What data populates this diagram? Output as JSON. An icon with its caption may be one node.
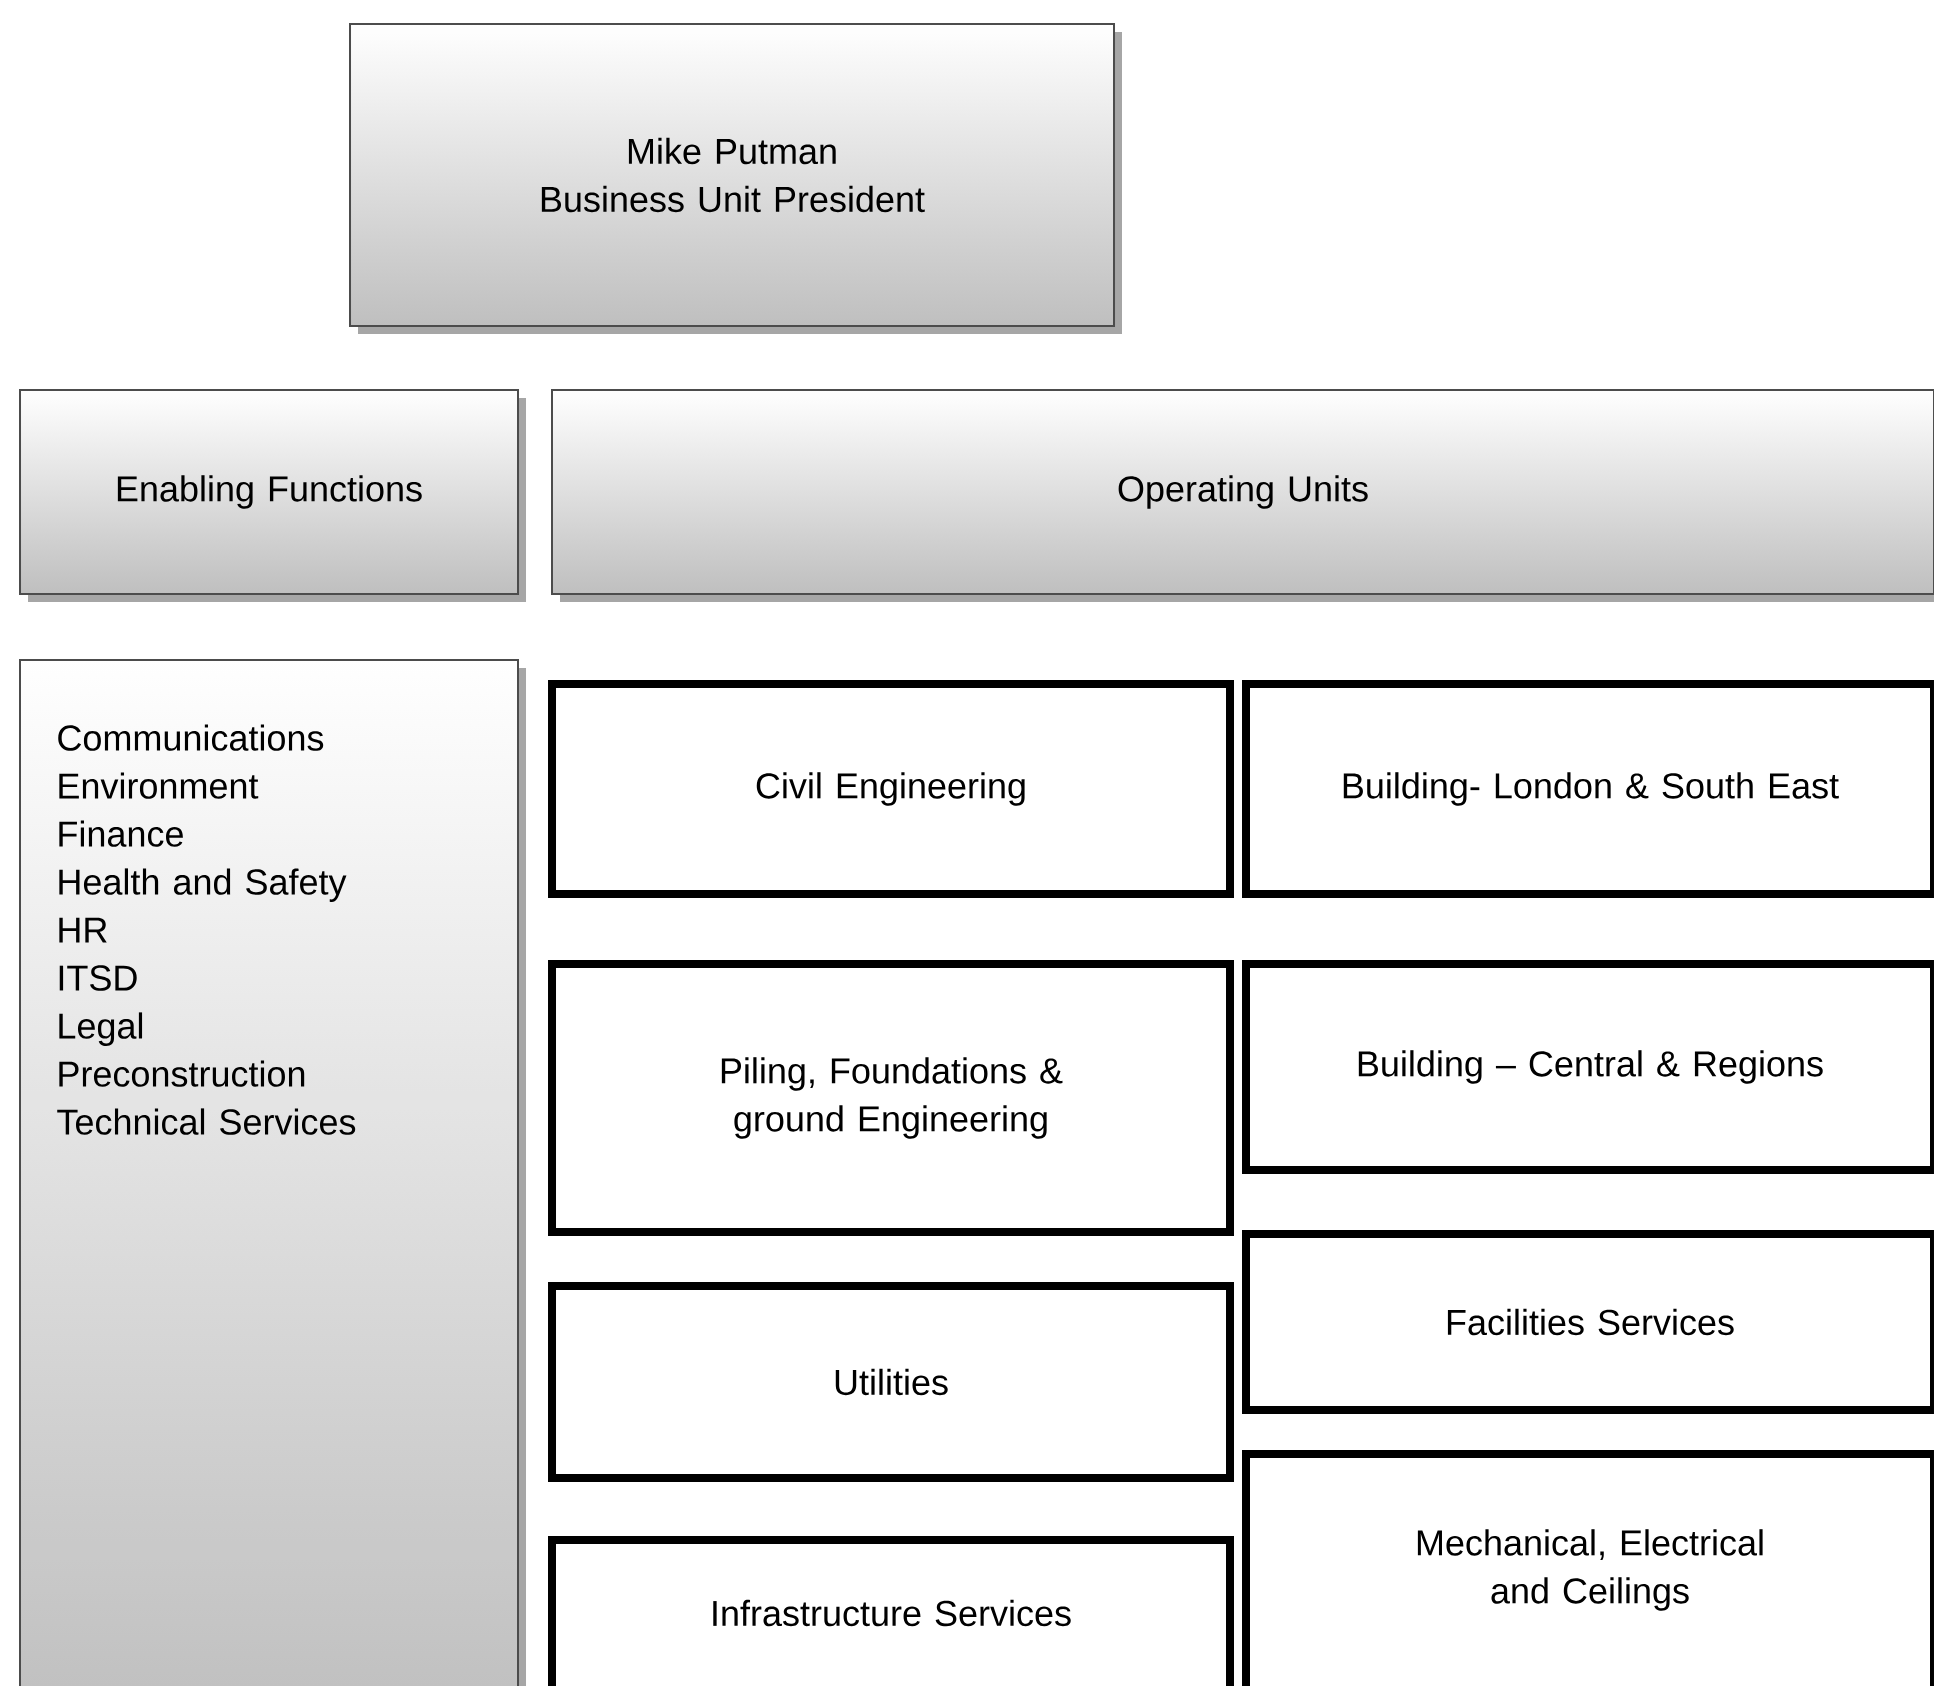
{
  "diagram": {
    "nodes": [
      {
        "text": [
          "Mike Putman",
          "Business Unit President"
        ]
      },
      {
        "text": [
          "Enabling Functions"
        ]
      },
      {
        "text": [
          "Operating Units"
        ]
      },
      {
        "text": [
          "Communications",
          "Environment",
          "Finance",
          "Health and Safety",
          "HR",
          "ITSD",
          "Legal",
          "Preconstruction",
          "Technical Services"
        ]
      },
      {
        "text": [
          "Civil Engineering"
        ]
      },
      {
        "text": [
          "Building- London & South East"
        ]
      },
      {
        "text": [
          "Piling, Foundations & ground Engineering"
        ]
      },
      {
        "text": [
          "Building – Central & Regions"
        ]
      },
      {
        "text": [
          "Utilities"
        ]
      },
      {
        "text": [
          "Facilities Services"
        ]
      },
      {
        "text": [
          "Infrastructure Services"
        ]
      },
      {
        "text": [
          "Mechanical, Electrical and Ceilings"
        ]
      }
    ]
  }
}
